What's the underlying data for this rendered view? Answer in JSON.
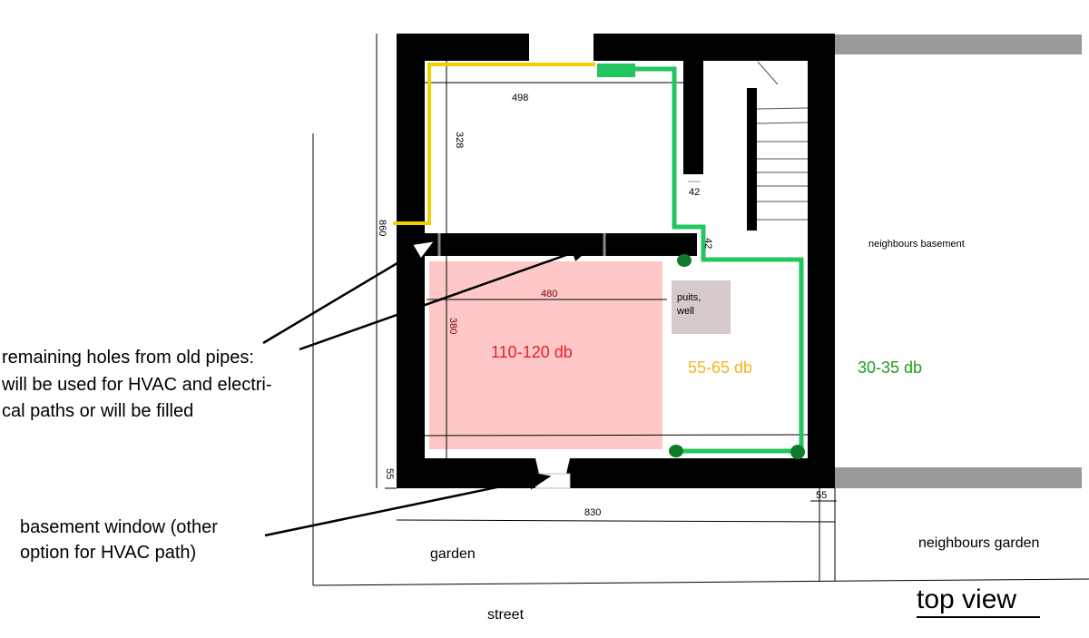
{
  "dimensions": {
    "top_room_width": "498",
    "top_room_depth": "328",
    "total_depth": "860",
    "stub_wall_gap": "42",
    "wall_gap_right": "42",
    "bottom_room_width": "480",
    "bottom_room_depth": "380",
    "wall_thickness_left": "55",
    "wall_thickness_right": "55",
    "total_width": "830"
  },
  "labels": {
    "neighbours_basement": "neighbours basement",
    "well_line1": "puits,",
    "well_line2": "well",
    "zone_loud": "110-120 db",
    "zone_mid": "55-65 db",
    "zone_quiet": "30-35 db",
    "garden": "garden",
    "neighbours_garden": "neighbours garden",
    "street": "street",
    "top_view": "top view"
  },
  "annotations": {
    "holes_line1": "remaining holes from old pipes:",
    "holes_line2": "will be used for HVAC and electri-",
    "holes_line3": "cal paths or will be filled",
    "window_line1": "basement window (other",
    "window_line2": "option for HVAC path)"
  },
  "colors": {
    "loud": "#ee1c24",
    "mid": "#f5b323",
    "quiet": "#1e9e1e",
    "pipe_yellow": "#f0d000",
    "pipe_green": "#22c55e",
    "pipe_node": "#0f7a2a",
    "loud_zone_fill": "#ffc8c8",
    "well_fill": "#d6cacb"
  }
}
